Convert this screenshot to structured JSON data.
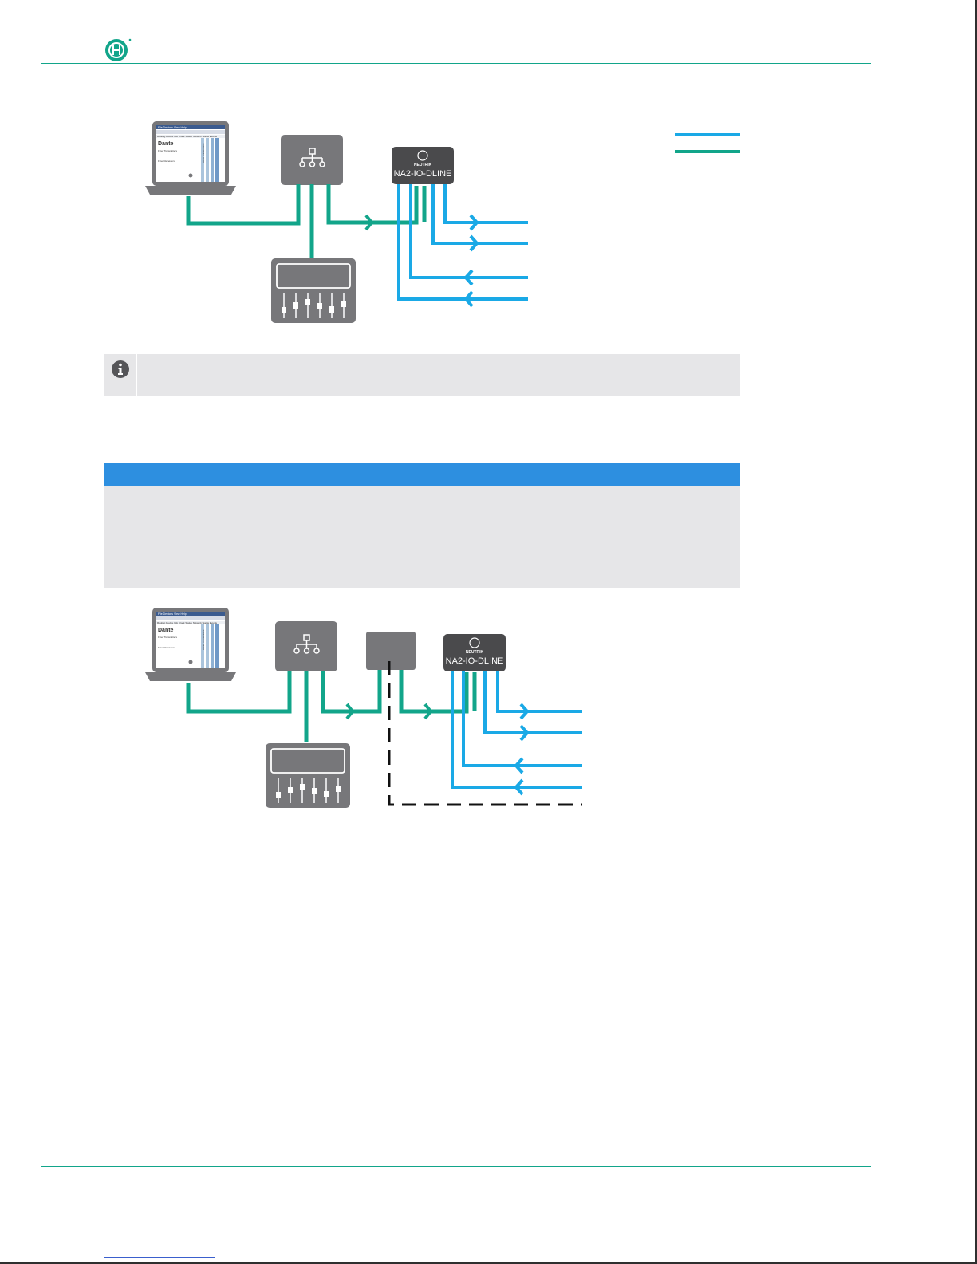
{
  "header": {
    "logo_icon": "neutrik-logo-icon",
    "rule_color": "#12a58a"
  },
  "colors": {
    "network_line": "#12a58a",
    "audio_line": "#1aa9e6",
    "device_gray": "#77777a",
    "device_dark": "#4a4a4c",
    "callout_header": "#2d8fe0",
    "callout_body": "#e6e6e8"
  },
  "diagram1": {
    "device_label": "NA2-IO-DLINE",
    "device_brand": "NEUTRIK",
    "laptop_logo": "Dante",
    "laptop_menu": "File Devices View Help",
    "laptop_tabs": "Routing  Device Info  Clock Status  Network Status  Events",
    "laptop_tx": "Dante Transmitters",
    "laptop_filter_tx": "Filter Transmitters",
    "laptop_filter_rx": "Filter Receivers"
  },
  "info_box": {
    "icon": "info-icon"
  },
  "callout": {
    "header_color": "#2d8fe0"
  },
  "diagram2": {
    "device_label": "NA2-IO-DLINE",
    "device_brand": "NEUTRIK",
    "laptop_logo": "Dante",
    "laptop_menu": "File Devices View Help",
    "laptop_tabs": "Routing  Device Info  Clock Status  Network Status  Events",
    "laptop_tx": "Dante Transmitters",
    "laptop_filter_tx": "Filter Transmitters",
    "laptop_filter_rx": "Filter Receivers"
  }
}
